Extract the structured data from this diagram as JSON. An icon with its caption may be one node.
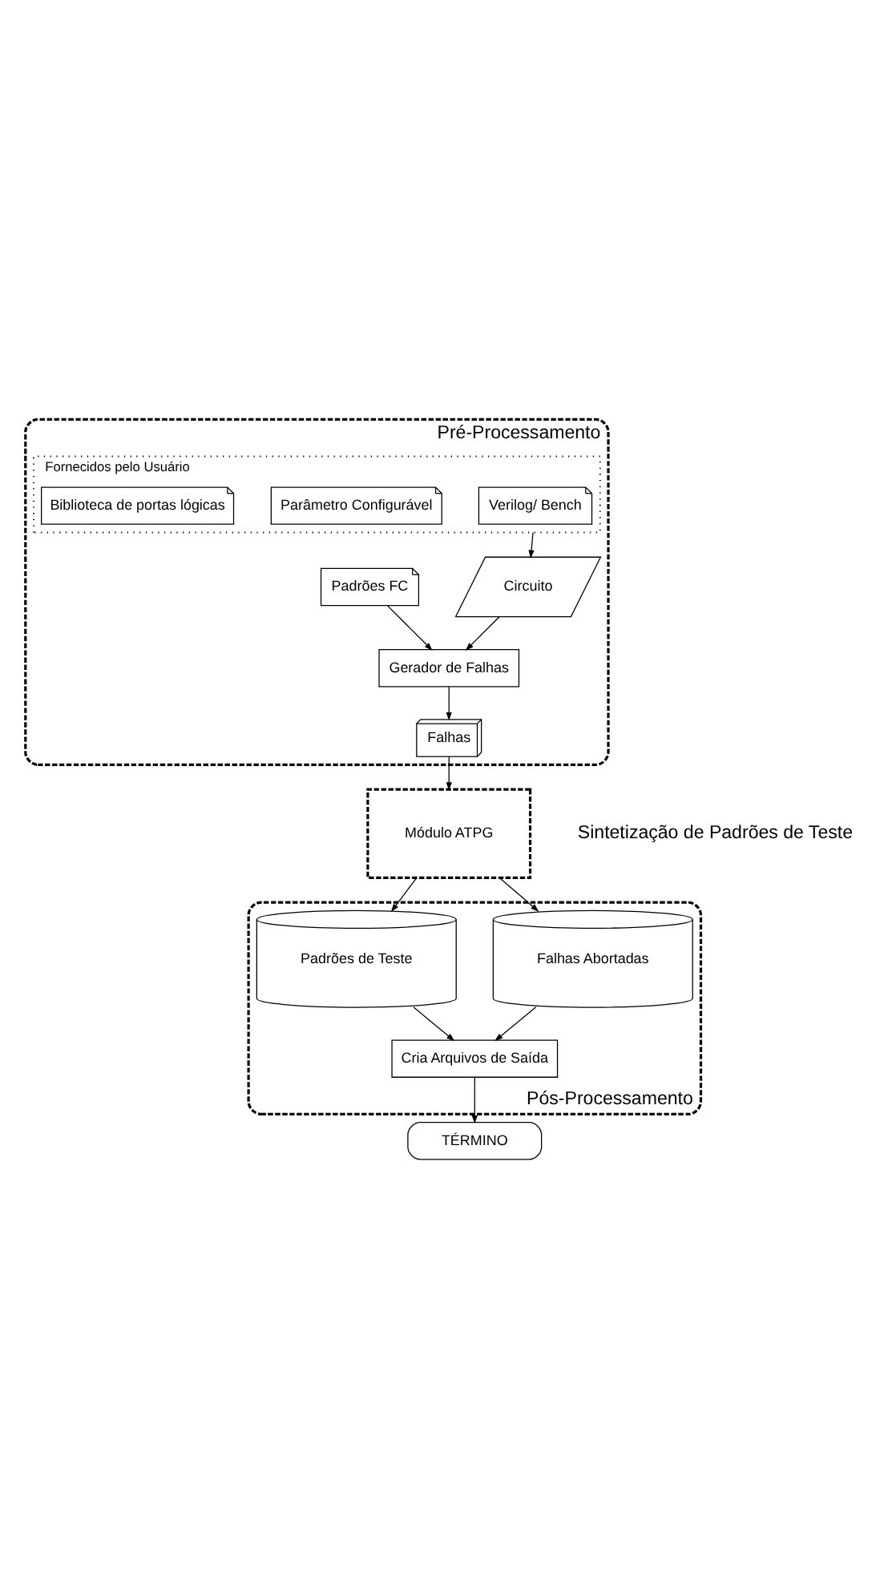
{
  "diagram": {
    "nodes": [
      {
        "text": [
          "Pré-Processamento"
        ]
      },
      {
        "text": [
          "Fornecidos pelo Usuário"
        ],
        "in": 0
      },
      {
        "text": [
          "Verilog/ Bench"
        ],
        "in": 1
      },
      {
        "text": [
          "Parâmetro Configurável"
        ],
        "in": 1
      },
      {
        "text": [
          "Biblioteca de portas lógicas"
        ],
        "in": 1
      },
      {
        "text": [
          "Circuito"
        ],
        "in": 0
      },
      {
        "text": [
          "Gerador de Falhas"
        ],
        "in": 0
      },
      {
        "text": [
          "Padrões FC"
        ],
        "in": 0
      },
      {
        "text": [
          "Falhas"
        ],
        "in": 0
      },
      {
        "text": [
          "Módulo ATPG"
        ],
        "beside": [
          "Sintetização de Padrões de Teste"
        ]
      },
      {
        "text": [
          "Pós-Processamento"
        ]
      },
      {
        "text": [
          "Falhas Abortadas"
        ],
        "in": 10
      },
      {
        "text": [
          "Padrões de Teste"
        ],
        "in": 10
      },
      {
        "text": [
          "Cria Arquivos de Saída"
        ],
        "in": 10
      },
      {
        "text": [
          "TÉRMINO"
        ]
      }
    ],
    "edges": [
      {
        "from": 1,
        "to": 5,
        "arrow": "to"
      },
      {
        "from": 5,
        "to": 6,
        "arrow": "to"
      },
      {
        "from": 7,
        "to": 6,
        "arrow": "to"
      },
      {
        "from": 6,
        "to": 8,
        "arrow": "to"
      },
      {
        "from": 8,
        "to": 9,
        "arrow": "to"
      },
      {
        "from": 9,
        "to": 11,
        "arrow": "to"
      },
      {
        "from": 9,
        "to": 12,
        "arrow": "to"
      },
      {
        "from": 11,
        "to": 13,
        "arrow": "to"
      },
      {
        "from": 12,
        "to": 13,
        "arrow": "to"
      },
      {
        "from": 13,
        "to": 14,
        "arrow": "to"
      }
    ]
  }
}
